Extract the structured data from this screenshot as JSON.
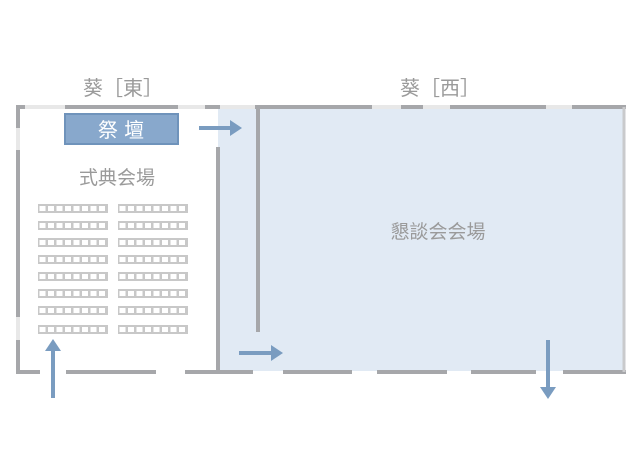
{
  "rooms": {
    "east": {
      "title": "葵［東］",
      "hall_label": "式典会場",
      "altar_label": "祭 壇",
      "seat_rows": 8,
      "seat_blocks": 2,
      "seats_per_row": 8
    },
    "west": {
      "title": "葵［西］",
      "hall_label": "懇談会会場"
    }
  },
  "colors": {
    "wall": "#a6a7aa",
    "wall_gap": "#e8e8e8",
    "room_fill": "#e1eaf4",
    "altar_fill": "#88a8cc",
    "altar_border": "#6f93bb",
    "arrow": "#7a9cc0",
    "seat": "#c8c8c8"
  }
}
